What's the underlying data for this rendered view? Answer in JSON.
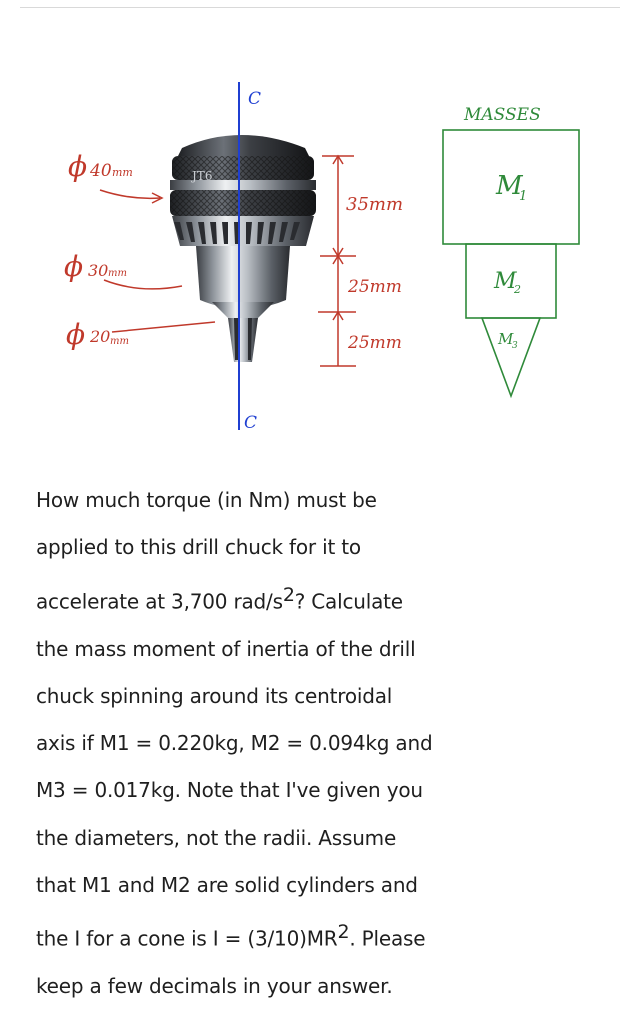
{
  "figure": {
    "axis_label_top": "C",
    "axis_label_bottom": "C",
    "chuck_marking": "JT6",
    "diameters": [
      {
        "symbol": "ϕ",
        "value": "40",
        "unit": "mm"
      },
      {
        "symbol": "ϕ",
        "value": "30",
        "unit": "mm"
      },
      {
        "symbol": "ϕ",
        "value": "20",
        "unit": "mm"
      }
    ],
    "lengths": [
      "35mm",
      "25mm",
      "25mm"
    ],
    "masses_title": "MASSES",
    "mass_labels": [
      "M",
      "M",
      "M"
    ],
    "mass_subscripts": [
      "1",
      "2",
      "3"
    ],
    "colors": {
      "annotation": "#c0392b",
      "masses": "#2f8a3a",
      "axis": "#1f3fd1",
      "text": "#1f1f1f"
    }
  },
  "question": {
    "lines": [
      "How much torque (in Nm) must be",
      "applied to this drill chuck for it to",
      "accelerate at 3,700 rad/s",
      "the mass moment of inertia of the drill",
      "chuck spinning around its centroidal",
      "axis if M1 = 0.220kg, M2 = 0.094kg and",
      "M3 = 0.017kg.  Note that I've given you",
      "the diameters, not the radii.  Assume",
      "that M1 and M2 are solid cylinders and",
      "the I for a cone is I = (3/10)MR",
      "keep a few decimals in your answer."
    ],
    "line3_sup": "2",
    "line3_tail": "?  Calculate",
    "line10_sup": "2",
    "line10_tail": ".  Please"
  }
}
